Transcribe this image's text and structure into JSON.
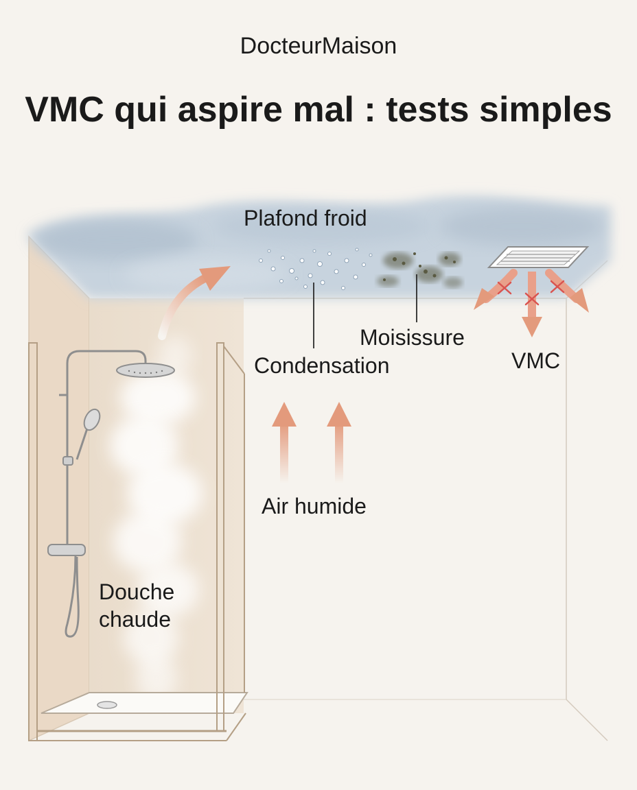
{
  "header": {
    "brand": "DocteurMaison",
    "title": "VMC qui aspire mal : tests simples"
  },
  "labels": {
    "ceiling": "Plafond froid",
    "mold": "Moisissure",
    "condensation": "Condensation",
    "vmc": "VMC",
    "humid_air": "Air humide",
    "shower": "Douche chaude"
  },
  "colors": {
    "background": "#f6f3ee",
    "shower_wall": "#ecdfd0",
    "ceiling_fog": "#b8c6d4",
    "arrow": "#e4a48a",
    "blocked_x": "#d9534f",
    "mold": "#5a5a42"
  },
  "icons": [
    "shower-head-icon",
    "hand-shower-icon",
    "steam-icon",
    "vmc-vent-icon",
    "mold-icon",
    "droplets-icon"
  ]
}
